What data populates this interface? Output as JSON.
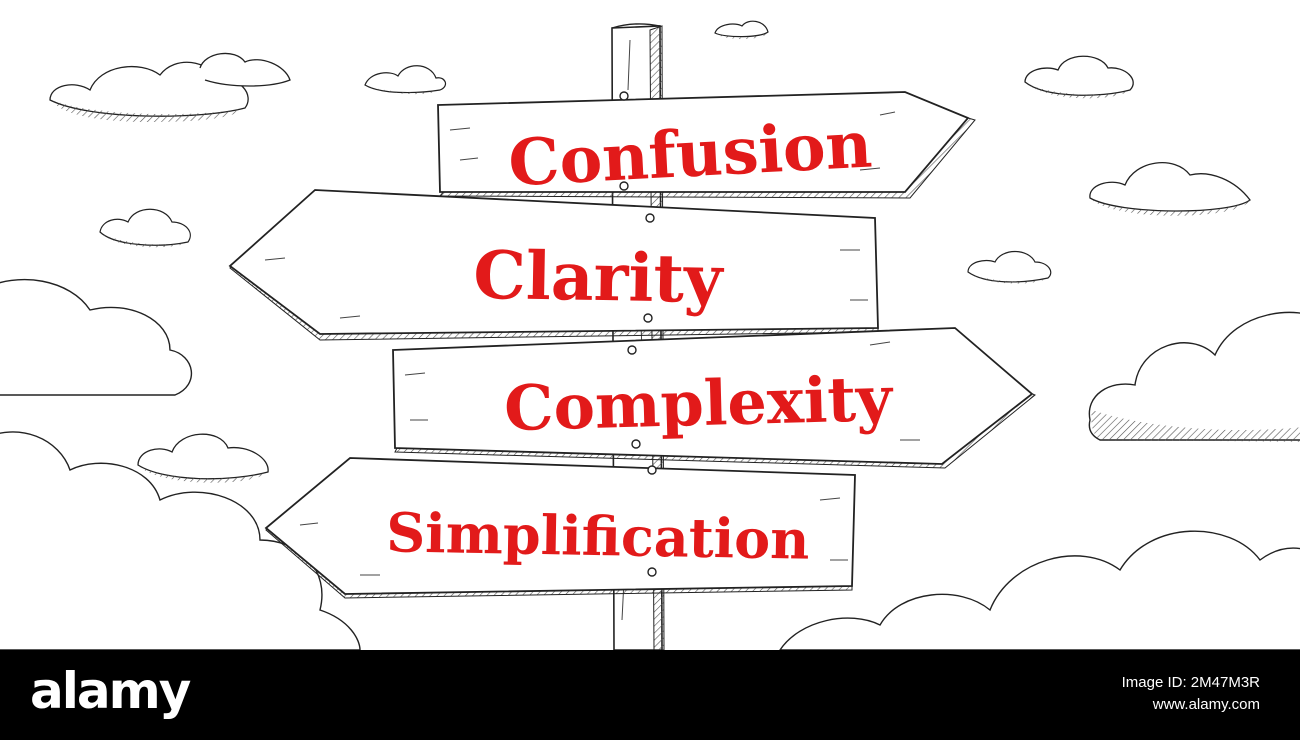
{
  "signs": [
    {
      "text": "Confusion",
      "direction": "right"
    },
    {
      "text": "Clarity",
      "direction": "left"
    },
    {
      "text": "Complexity",
      "direction": "right"
    },
    {
      "text": "Simplification",
      "direction": "left"
    }
  ],
  "colors": {
    "sign_text": "#e21a1a",
    "outline": "#222222",
    "hatch": "#555555",
    "background": "#ffffff",
    "footer": "#000000"
  },
  "footer": {
    "logo": "alamy",
    "image_id_line": "Image ID: 2M47M3R",
    "url": "www.alamy.com"
  }
}
